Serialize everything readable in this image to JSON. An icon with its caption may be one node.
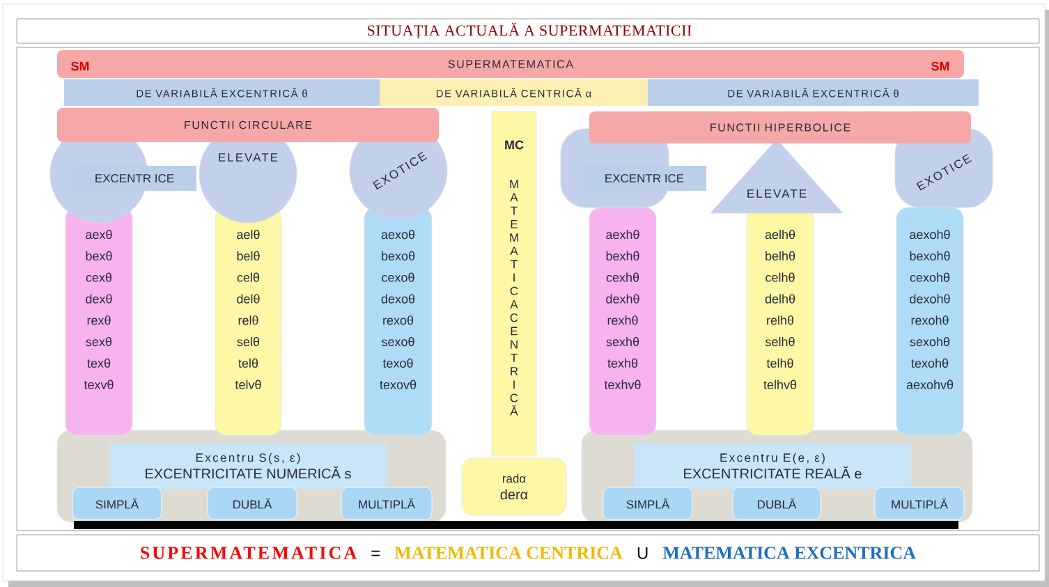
{
  "diagram": {
    "title": "SITUAȚIA ACTUALĂ A SUPERMATEMATICII",
    "nodes": [
      {
        "text": [
          "SM",
          "SUPERMATEMATICA",
          "SM"
        ]
      },
      {
        "text": [
          "DE VARIABILĂ EXCENTRICĂ θ"
        ]
      },
      {
        "text": [
          "DE VARIABILĂ CENTRICĂ α"
        ]
      },
      {
        "text": [
          "DE VARIABILĂ EXCENTRICĂ θ"
        ]
      },
      {
        "text": [
          "FUNCTII CIRCULARE"
        ]
      },
      {
        "text": [
          "FUNCTII HIPERBOLICE"
        ]
      },
      {
        "text": [
          "MC",
          "MATEMATICA CENTRICĂ"
        ]
      },
      {
        "text": [
          "EXCENTR ICE"
        ]
      },
      {
        "text": [
          "ELEVATE"
        ]
      },
      {
        "text": [
          "EXOTICE"
        ]
      },
      {
        "text": [
          "EXCENTR ICE"
        ]
      },
      {
        "text": [
          "ELEVATE"
        ]
      },
      {
        "text": [
          "EXOTICE"
        ]
      },
      {
        "text": [
          "aexθ",
          "bexθ",
          "cexθ",
          "dexθ",
          "rexθ",
          "sexθ",
          "texθ",
          "texvθ"
        ]
      },
      {
        "text": [
          "aelθ",
          "belθ",
          "celθ",
          "delθ",
          "relθ",
          "selθ",
          "telθ",
          "telvθ"
        ]
      },
      {
        "text": [
          "aexoθ",
          "bexoθ",
          "cexoθ",
          "dexoθ",
          "rexoθ",
          "sexoθ",
          "texoθ",
          "texovθ"
        ]
      },
      {
        "text": [
          "aexhθ",
          "bexhθ",
          "cexhθ",
          "dexhθ",
          "rexhθ",
          "sexhθ",
          "texhθ",
          "texhvθ"
        ]
      },
      {
        "text": [
          "aelhθ",
          "belhθ",
          "celhθ",
          "delhθ",
          "relhθ",
          "selhθ",
          "telhθ",
          "telhvθ"
        ]
      },
      {
        "text": [
          "aexohθ",
          "bexohθ",
          "cexohθ",
          "dexohθ",
          "rexohθ",
          "sexohθ",
          "texohθ",
          "aexohvθ"
        ]
      },
      {
        "text": [],
        "shape": "box"
      },
      {
        "text": [
          "Excentru S(s, ε)",
          "EXCENTRICITATE NUMERICĂ s"
        ],
        "in": 19
      },
      {
        "text": [
          "SIMPLĂ"
        ],
        "in": 19
      },
      {
        "text": [
          "DUBLĂ"
        ],
        "in": 19
      },
      {
        "text": [
          "MULTIPLĂ"
        ],
        "in": 19
      },
      {
        "text": [
          "radα",
          "derα"
        ]
      },
      {
        "text": [],
        "shape": "box"
      },
      {
        "text": [
          "Excentru E(e, ε)",
          "EXCENTRICITATE REALĂ e"
        ],
        "in": 25
      },
      {
        "text": [
          "SIMPLĂ"
        ],
        "in": 25
      },
      {
        "text": [
          "DUBLĂ"
        ],
        "in": 25
      },
      {
        "text": [
          "MULTIPLĂ"
        ],
        "in": 25
      },
      {
        "text": [
          "SUPERMATEMATICA",
          "=",
          "MATEMATICA CENTRICA",
          "U",
          "MATEMATICA EXCENTRICA"
        ]
      }
    ]
  }
}
